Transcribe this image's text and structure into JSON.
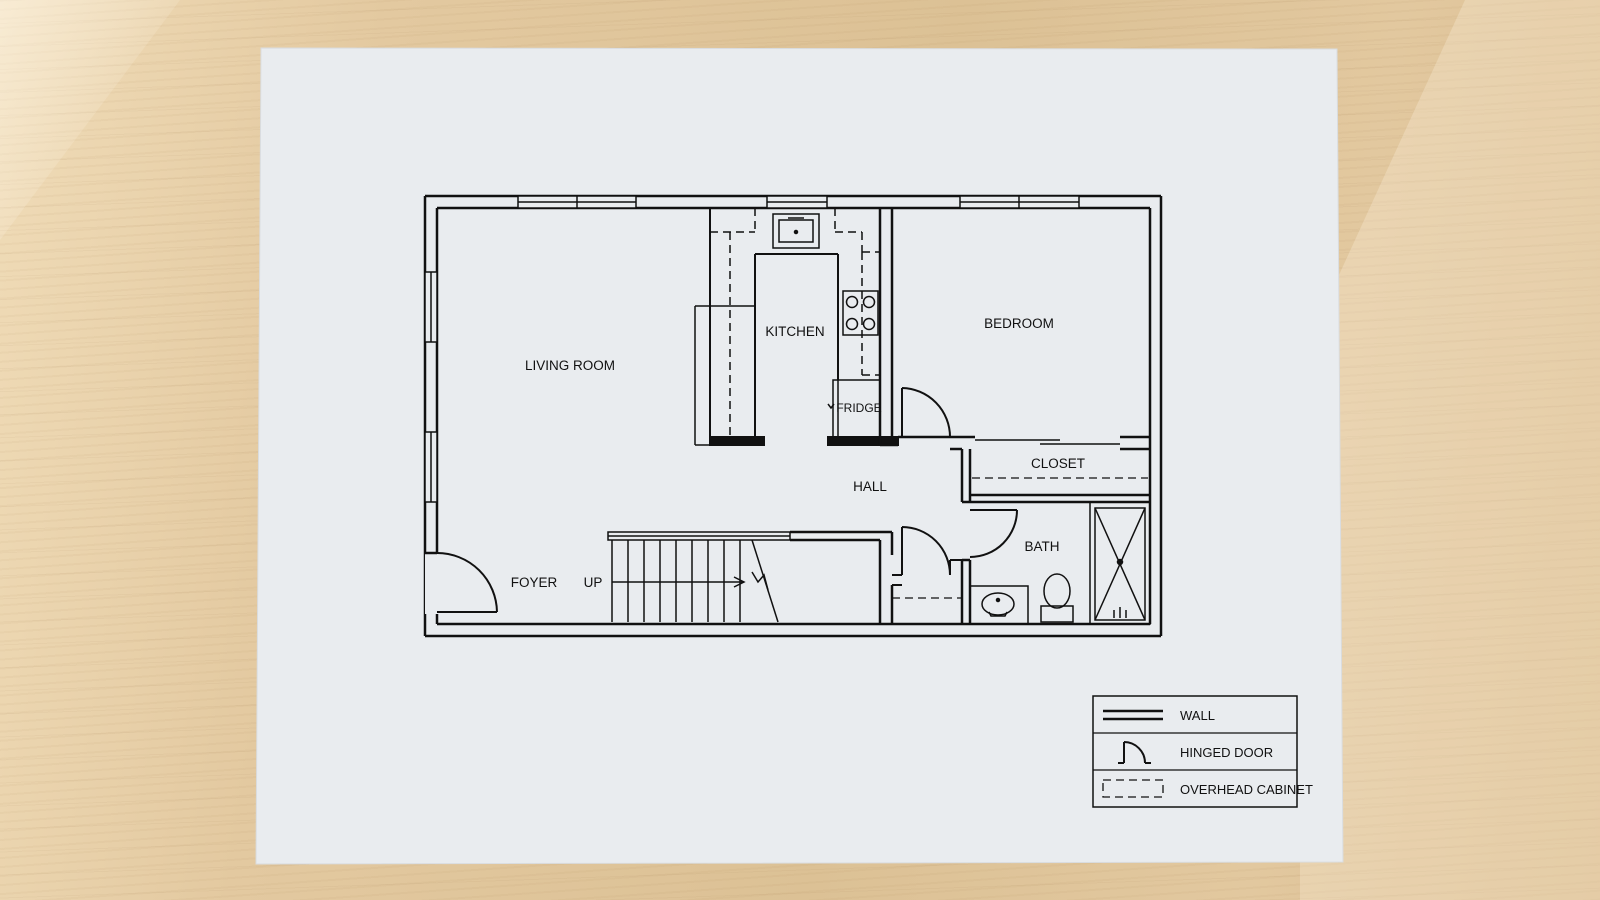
{
  "rooms": {
    "living_room": "LIVING ROOM",
    "kitchen": "KITCHEN",
    "fridge": "FRIDGE",
    "bedroom": "BEDROOM",
    "closet": "CLOSET",
    "hall": "HALL",
    "bath": "BATH",
    "foyer": "FOYER",
    "up": "UP"
  },
  "legend": {
    "wall": "WALL",
    "hinged_door": "HINGED DOOR",
    "overhead_cabinet": "OVERHEAD CABINET"
  },
  "icons": {
    "wall": "wall-symbol-icon",
    "door": "hinged-door-symbol-icon",
    "cabinet": "overhead-cabinet-symbol-icon",
    "sink": "sink-icon",
    "stove": "stove-icon",
    "toilet": "toilet-icon",
    "shower": "shower-icon"
  },
  "colors": {
    "ink": "#111111",
    "paper": "#e9ecef",
    "desk": "#dcc195"
  }
}
